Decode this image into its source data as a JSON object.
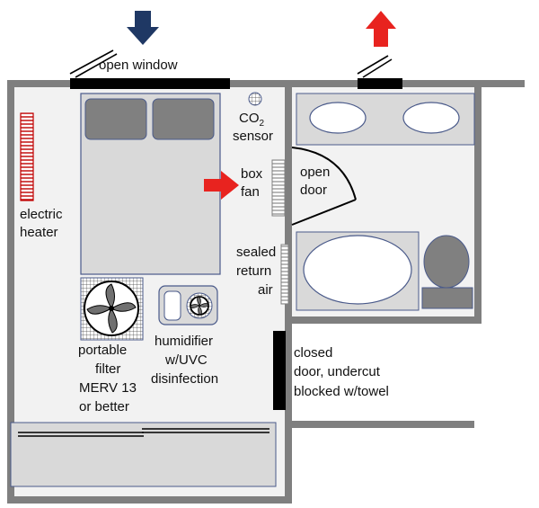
{
  "labels": {
    "open_window": "open window",
    "co2_sensor_line1": "CO",
    "co2_sensor_sub": "2",
    "co2_sensor_line2": "sensor",
    "box_fan_line1": "box",
    "box_fan_line2": "fan",
    "open_door_line1": "open",
    "open_door_line2": "door",
    "electric_heater_line1": "electric",
    "electric_heater_line2": "heater",
    "sealed_return_line1": "sealed",
    "sealed_return_line2": "return",
    "sealed_return_line3": "air",
    "portable_filter_line1": "portable",
    "portable_filter_line2": "filter",
    "portable_filter_line3": "MERV 13",
    "portable_filter_line4": "or better",
    "humidifier_line1": "humidifier",
    "humidifier_line2": "w/UVC",
    "humidifier_line3": "disinfection",
    "closed_door_line1": "closed",
    "closed_door_line2": "door, undercut",
    "closed_door_line3": "blocked w/towel"
  },
  "colors": {
    "wall": "#7f7f7f",
    "floor": "#f2f2f2",
    "furniture": "#d9d9d9",
    "furniture_dark": "#808080",
    "outline": "#4a5a8a",
    "intake_arrow": "#1f3864",
    "exhaust_arrow": "#e8231f",
    "fan_arrow": "#e8231f",
    "heater": "#c00000"
  },
  "icons": {
    "intake": "arrow-down-icon",
    "exhaust": "arrow-up-icon",
    "fan_flow": "arrow-right-icon",
    "co2": "sensor-icon",
    "filter": "fan-icon",
    "humidifier": "fan-icon"
  }
}
